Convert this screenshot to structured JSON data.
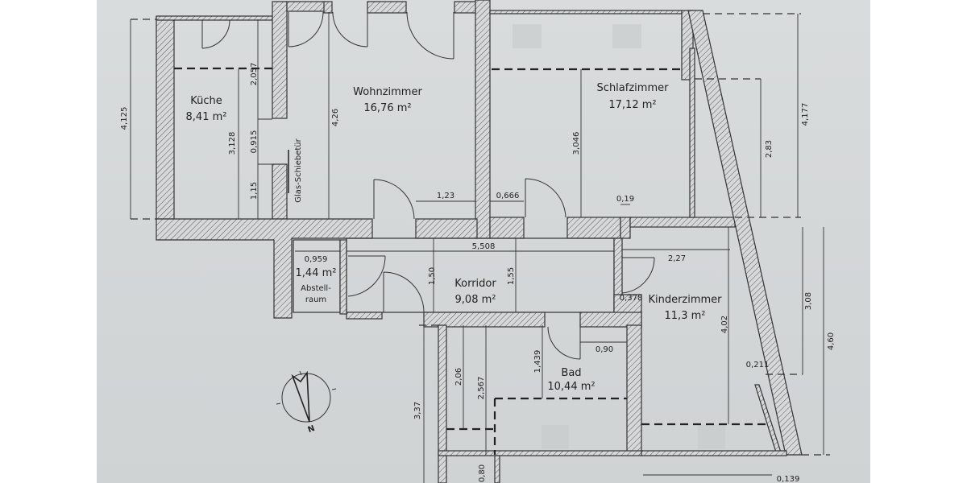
{
  "plan": {
    "rooms": [
      {
        "id": "kueche",
        "name": "Küche",
        "area": "8,41 m²"
      },
      {
        "id": "wohnzimmer",
        "name": "Wohnzimmer",
        "area": "16,76 m²"
      },
      {
        "id": "schlafzimmer",
        "name": "Schlafzimmer",
        "area": "17,12 m²"
      },
      {
        "id": "abstellraum",
        "name_line1": "Abstell-",
        "name_line2": "raum",
        "area": "1,44 m²"
      },
      {
        "id": "korridor",
        "name": "Korridor",
        "area": "9,08 m²"
      },
      {
        "id": "kinderzimmer",
        "name": "Kinderzimmer",
        "area": "11,3 m²"
      },
      {
        "id": "bad",
        "name": "Bad",
        "area": "10,44 m²"
      }
    ],
    "annotations": {
      "glass_door": "Glas-Schiebetür",
      "north_symbol": "N"
    },
    "dimensions": {
      "kueche_height_outer": "4,125",
      "kueche_top": "2,057",
      "kueche_depth": "3,128",
      "kueche_mid": "0,915",
      "kueche_low": "1,15",
      "wohnzimmer_height": "4,26",
      "wohnzimmer_door_offset": "1,23",
      "schlaf_door_offset": "0,666",
      "schlaf_depth": "3,046",
      "schlaf_wall": "0,19",
      "schlaf_inner": "2,83",
      "schlaf_outer": "4,177",
      "abstell_width": "0,959",
      "korridor_length": "5,508",
      "korridor_h1": "1,50",
      "korridor_h2": "1,55",
      "korridor_gap": "0,378",
      "kinder_width": "2,27",
      "kinder_depth": "4,02",
      "kinder_h1": "3,08",
      "kinder_h2": "4,60",
      "kinder_window": "0,211",
      "kinder_bottom": "0,139",
      "bad_door_offset": "1,439",
      "bad_door_width": "0,90",
      "bad_left1": "2,06",
      "bad_left2": "2,567",
      "bad_outer": "3,37",
      "bad_bottom": "0,80"
    }
  }
}
